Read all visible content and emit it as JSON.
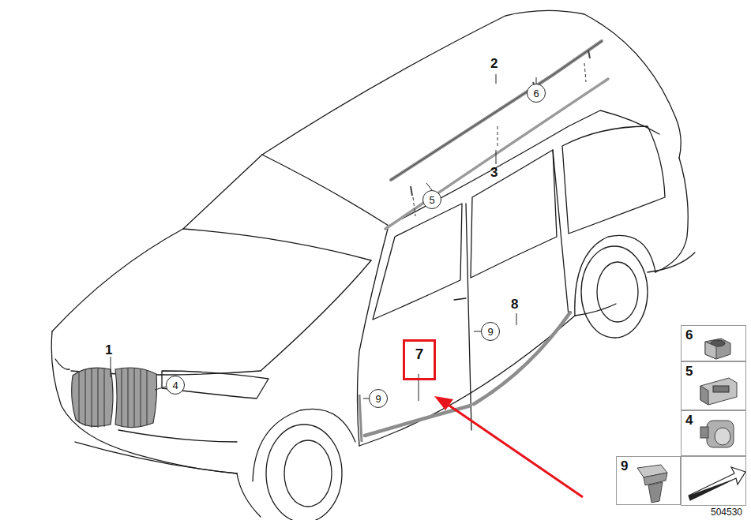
{
  "diagram": {
    "nodes": [
      {
        "text": [
          "6"
        ]
      },
      {
        "text": [
          "5"
        ]
      },
      {
        "text": [
          "6"
        ]
      },
      {
        "text": [
          "9"
        ]
      },
      {
        "text": [
          "7"
        ]
      },
      {
        "text": [
          "5"
        ]
      },
      {
        "text": [
          "4"
        ]
      },
      {
        "text": [
          "9"
        ]
      },
      {
        "text": [
          "4"
        ]
      },
      {
        "text": [
          "9"
        ]
      }
    ],
    "labels": [
      "2",
      "3",
      "8",
      "1",
      "504530"
    ]
  }
}
